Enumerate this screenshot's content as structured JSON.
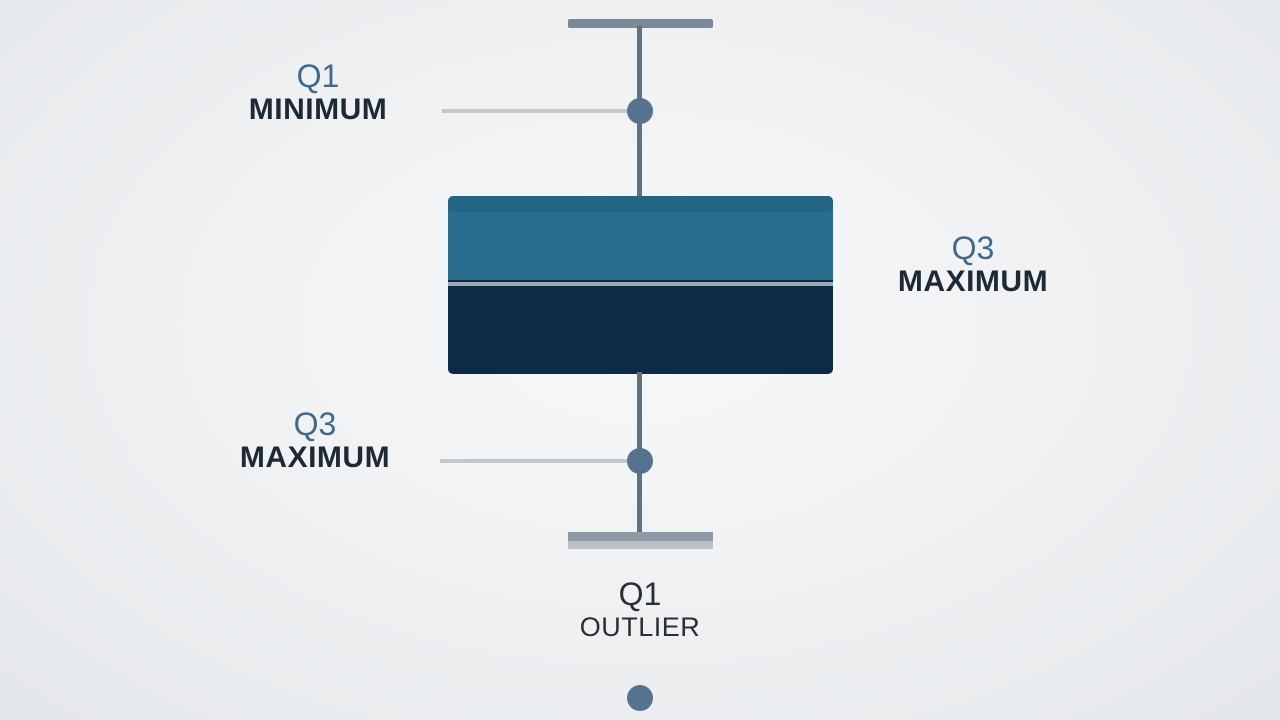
{
  "labels": {
    "left_top": {
      "quartile": "Q1",
      "word": "MINIMUM"
    },
    "right": {
      "quartile": "Q3",
      "word": "MAXIMUM"
    },
    "left_bottom": {
      "quartile": "Q3",
      "word": "MAXIMUM"
    },
    "bottom": {
      "quartile": "Q1",
      "word": "OUTLIER"
    }
  },
  "colors": {
    "whisker": "#5f7182",
    "cap": "#7b8997",
    "box_upper": "#2a6e8f",
    "box_lower": "#0d2b45",
    "median_line": "#9aa8b5",
    "point": "#55728f",
    "leader_line": "#c3c8cd"
  }
}
